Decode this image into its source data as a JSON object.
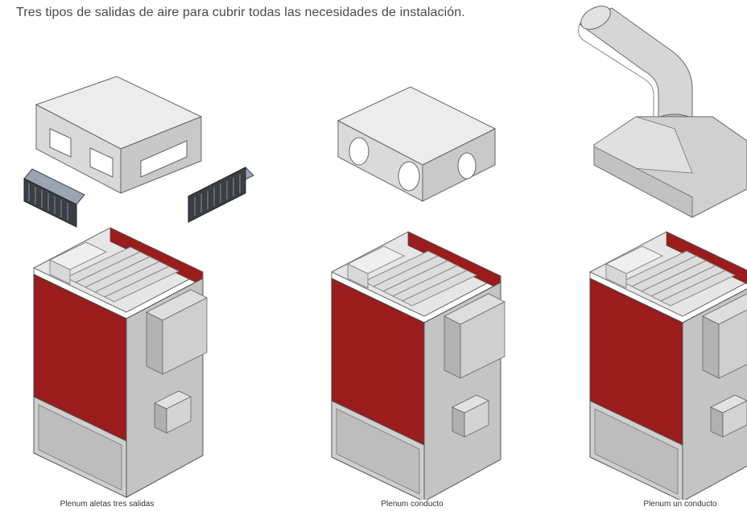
{
  "intro_text": "Tres tipos de salidas de aire para cubrir todas las necesidades de instalación.",
  "captions": {
    "left": "Plenum aletas tres salidas",
    "middle": "Plenum conducto",
    "right": "Plenum un conducto"
  },
  "colors": {
    "panel_red": "#9b1c1c",
    "body_grey": "#c9c9c9",
    "text": "#4a4a4a"
  }
}
